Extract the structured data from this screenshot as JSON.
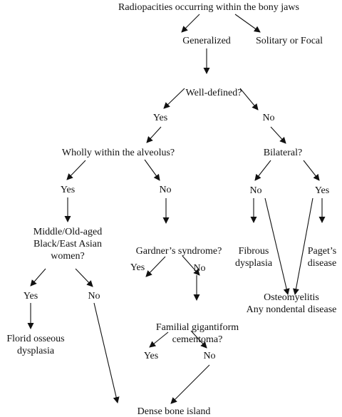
{
  "nodes": {
    "root": [
      "Radiopacities occurring within the bony jaws"
    ],
    "generalized": [
      "Generalized"
    ],
    "solitary": [
      "Solitary or Focal"
    ],
    "well_defined": [
      "Well-defined?"
    ],
    "yes_wd": [
      "Yes"
    ],
    "no_wd": [
      "No"
    ],
    "wholly": [
      "Wholly within the alveolus?"
    ],
    "bilateral": [
      "Bilateral?"
    ],
    "yes_wholly": [
      "Yes"
    ],
    "no_wholly": [
      "No"
    ],
    "no_bil": [
      "No"
    ],
    "yes_bil": [
      "Yes"
    ],
    "middle_aged": [
      "Middle/Old-aged",
      "Black/East Asian",
      "women?"
    ],
    "gardner": [
      "Gardner’s syndrome?"
    ],
    "fibrous": [
      "Fibrous",
      "dysplasia"
    ],
    "pagets": [
      "Paget’s",
      "disease"
    ],
    "yes_gardner": [
      "Yes"
    ],
    "no_gardner": [
      "No"
    ],
    "osteomyelitis": [
      "Osteomyelitis",
      "Any nondental disease"
    ],
    "yes_middle": [
      "Yes"
    ],
    "no_middle": [
      "No"
    ],
    "familial": [
      "Familial gigantiform",
      "cementoma?"
    ],
    "florid": [
      "Florid osseous",
      "dysplasia"
    ],
    "yes_familial": [
      "Yes"
    ],
    "no_familial": [
      "No"
    ],
    "dense": [
      "Dense bone island"
    ]
  }
}
